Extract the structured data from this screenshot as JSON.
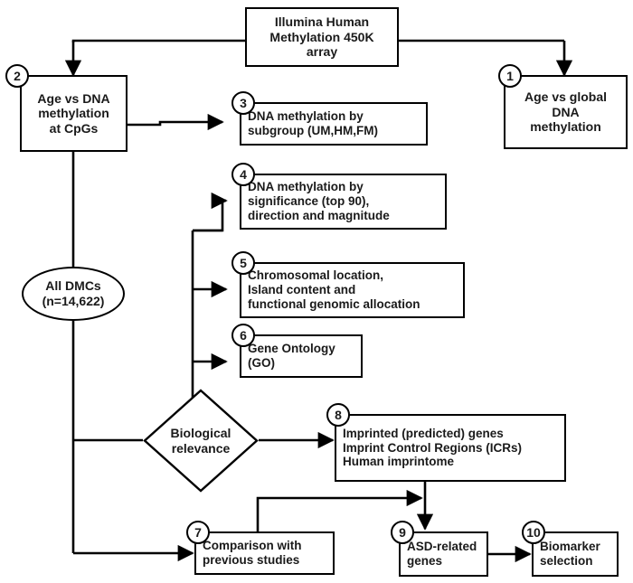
{
  "diagram": {
    "title": "DNA methylation study analysis workflow",
    "stroke_color": "#000000",
    "text_color": "#1a1a1a",
    "background_color": "#ffffff"
  },
  "nodes": {
    "source": {
      "badge": "",
      "lines": [
        "Illumina Human",
        "Methylation 450K",
        "array"
      ]
    },
    "n1": {
      "badge": "1",
      "lines": [
        "Age vs global",
        "DNA",
        "methylation"
      ]
    },
    "n2": {
      "badge": "2",
      "lines": [
        "Age vs DNA",
        "methylation",
        "at CpGs"
      ]
    },
    "n3": {
      "badge": "3",
      "lines": [
        "DNA methylation by",
        "subgroup (UM,HM,FM)"
      ]
    },
    "n4": {
      "badge": "4",
      "lines": [
        "DNA methylation by",
        "significance (top 90),",
        "direction and magnitude"
      ]
    },
    "n5": {
      "badge": "5",
      "lines": [
        "Chromosomal location,",
        "Island content and",
        "functional genomic allocation"
      ]
    },
    "n6": {
      "badge": "6",
      "lines": [
        "Gene Ontology",
        "(GO)"
      ]
    },
    "n7": {
      "badge": "7",
      "lines": [
        "Comparison with",
        "previous studies"
      ]
    },
    "n8": {
      "badge": "8",
      "lines": [
        "Imprinted (predicted) genes",
        "Imprint Control Regions (ICRs)",
        "Human imprintome"
      ]
    },
    "n9": {
      "badge": "9",
      "lines": [
        "ASD-related",
        "genes"
      ]
    },
    "n10": {
      "badge": "10",
      "lines": [
        "Biomarker",
        "selection"
      ]
    },
    "dmcs": {
      "badge": "",
      "lines": [
        "All DMCs",
        "(n=14,622)"
      ]
    },
    "relevance": {
      "badge": "",
      "lines": [
        "Biological",
        "relevance"
      ]
    }
  }
}
